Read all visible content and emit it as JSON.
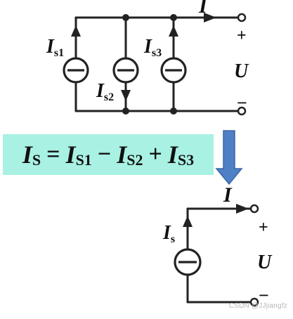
{
  "top_circuit": {
    "current_label": "I",
    "plus_label": "+",
    "voltage_label": "U",
    "minus_label": "−",
    "sources": [
      {
        "main": "I",
        "sub": "s1"
      },
      {
        "main": "I",
        "sub": "s2"
      },
      {
        "main": "I",
        "sub": "s3"
      }
    ]
  },
  "formula": {
    "lhs_main": "I",
    "lhs_sub": "S",
    "eq": "=",
    "t1_main": "I",
    "t1_sub": "S1",
    "op1": "−",
    "t2_main": "I",
    "t2_sub": "S2",
    "op2": "+",
    "t3_main": "I",
    "t3_sub": "S3"
  },
  "bottom_circuit": {
    "current_label": "I",
    "plus_label": "+",
    "voltage_label": "U",
    "minus_label": "−",
    "source": {
      "main": "I",
      "sub": "s"
    }
  },
  "watermark": "CSDN @JJjiangfz",
  "colors": {
    "formula_bg": "#a8f1e3",
    "arrow": "#4f7fc4",
    "arrow_edge": "#3a66a8",
    "wire": "#222222"
  }
}
